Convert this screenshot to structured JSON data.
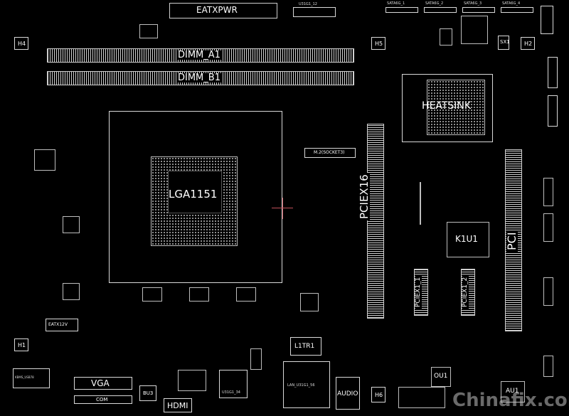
{
  "board": {
    "background": "#000000",
    "trace_color": "#d9d9d9",
    "labels": {
      "eatxpwr": "EATXPWR",
      "dimm_a1": "DIMM_A1",
      "dimm_b1": "DIMM_B1",
      "lga": "LGA1151",
      "pciex16": "PCIEX16",
      "pci": "PCI",
      "heatsink": "HEATSINK",
      "k1u1": "K1U1",
      "m2": "M.2(SOCKET3)",
      "pciex1_1": "PCIEX1_1",
      "pciex1_2": "PCIEX1_2",
      "vga": "VGA",
      "com": "COM",
      "hdmi": "HDMI",
      "audio": "AUDIO",
      "l1tr1": "L1TR1",
      "ou1": "OU1",
      "au1": "AU1",
      "bu3": "BU3",
      "h1": "H1",
      "h2": "H2",
      "h4": "H4",
      "h5": "H5",
      "h6": "H6",
      "sx1": "SX1",
      "eatx12v": "EATX12V",
      "lan": "LAN_U31G1_56",
      "usb": "U31G1_34",
      "kbms": "KBMS_USB78",
      "sata1": "SATA6G_1",
      "sata2": "SATA6G_2",
      "sata3": "SATA6G_3",
      "sata4": "SATA6G_4"
    },
    "watermark": "Chinafix.com",
    "cursor_color": "#c0505a"
  }
}
